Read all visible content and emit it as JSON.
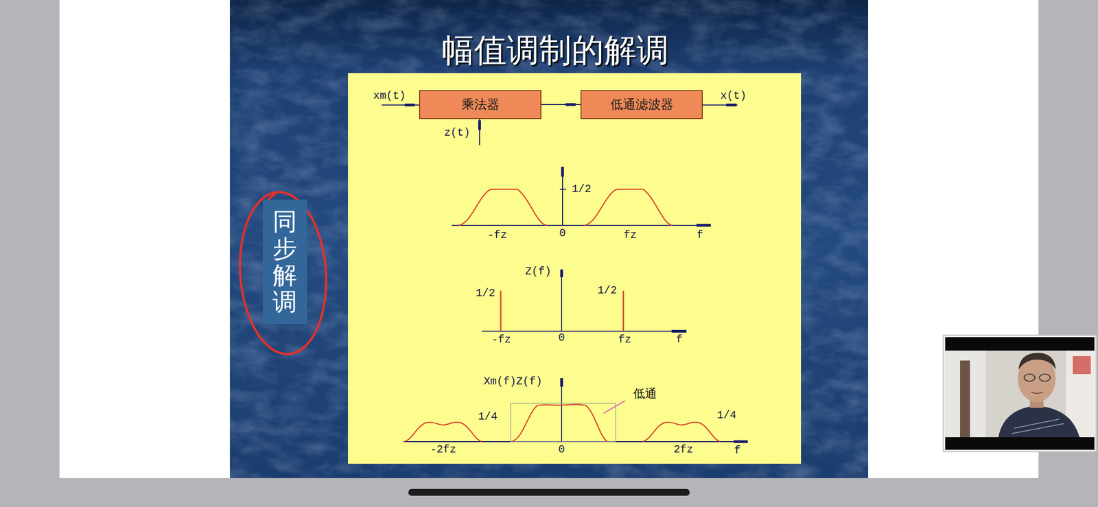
{
  "diagram": {
    "title": "幅值调制的解调",
    "nodes": [
      {
        "text": [
          "乘法器"
        ]
      },
      {
        "text": [
          "低通滤波器"
        ]
      },
      {
        "text": [
          "同步解调"
        ]
      }
    ],
    "edges": [
      {
        "from": 0,
        "to": 1,
        "arrow": "none"
      }
    ],
    "labels": [
      "xm(t)",
      "z(t)",
      "x(t)",
      "1/2",
      "-fz",
      "0",
      "fz",
      "f",
      "Z(f)",
      "1/2",
      "1/2",
      "-fz",
      "0",
      "fz",
      "f",
      "Xm(f)Z(f)",
      "低通",
      "1/4",
      "1/4",
      "-2fz",
      "0",
      "2fz",
      "f"
    ]
  }
}
